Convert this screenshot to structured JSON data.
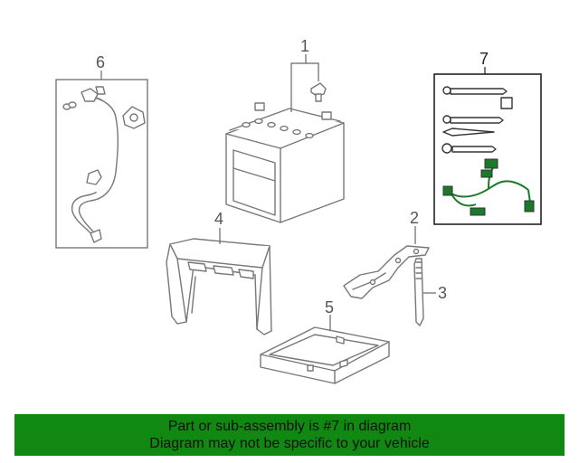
{
  "callouts": {
    "c1": "1",
    "c2": "2",
    "c3": "3",
    "c4": "4",
    "c5": "5",
    "c6": "6",
    "c7": "7"
  },
  "banner": {
    "line1": "Part or sub-assembly is #7 in diagram",
    "line2": "Diagram may not be specific to your vehicle",
    "background": "#118811"
  },
  "colors": {
    "highlight_parts": "#1a7a2a",
    "line": "#777777"
  }
}
